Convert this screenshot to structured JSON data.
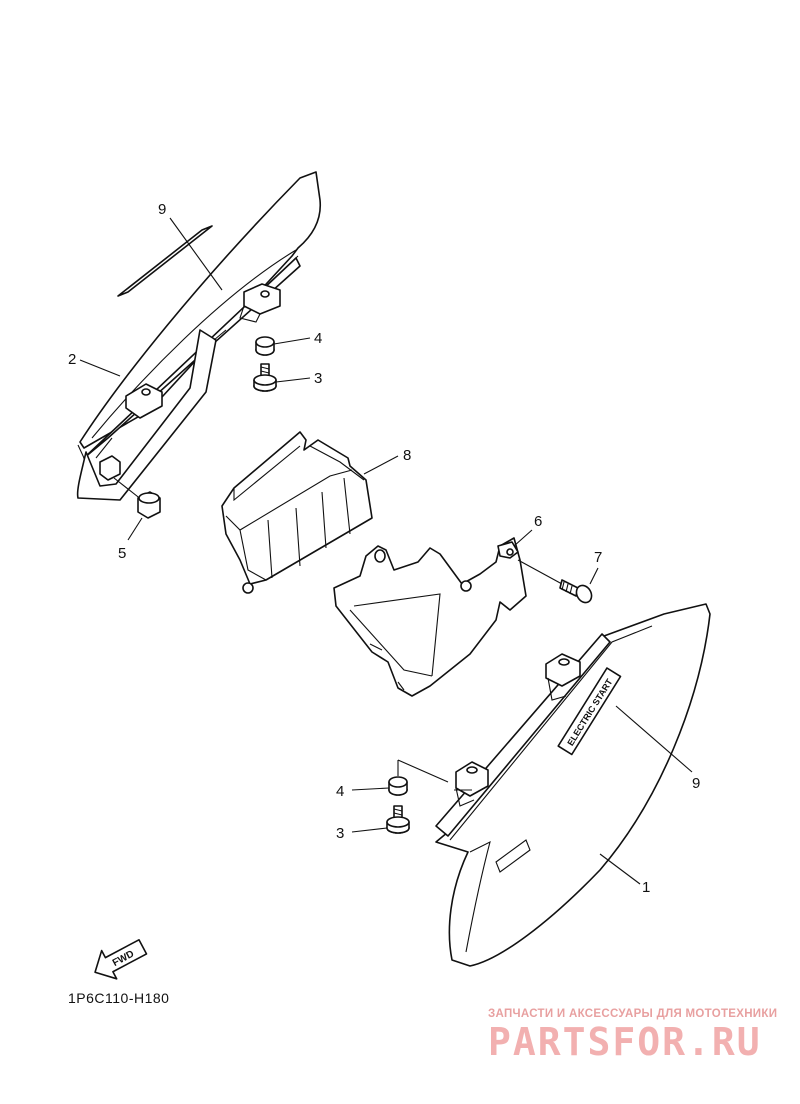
{
  "diagram": {
    "callouts": {
      "c1": "1",
      "c2": "2",
      "c3_upper": "3",
      "c3_lower": "3",
      "c4_upper": "4",
      "c4_lower": "4",
      "c5": "5",
      "c6": "6",
      "c7": "7",
      "c8": "8",
      "c9_upper": "9",
      "c9_lower": "9"
    },
    "embossed_label": "ELECTRIC START",
    "fwd_label": "FWD",
    "drawing_code": "1P6C110-H180"
  },
  "watermark": {
    "tagline": "ЗАПЧАСТИ И АКСЕССУАРЫ ДЛЯ МОТОТЕХНИКИ",
    "brand": "PARTSFOR.RU"
  },
  "colors": {
    "line": "#111111",
    "watermark": "#f2b0b0"
  }
}
